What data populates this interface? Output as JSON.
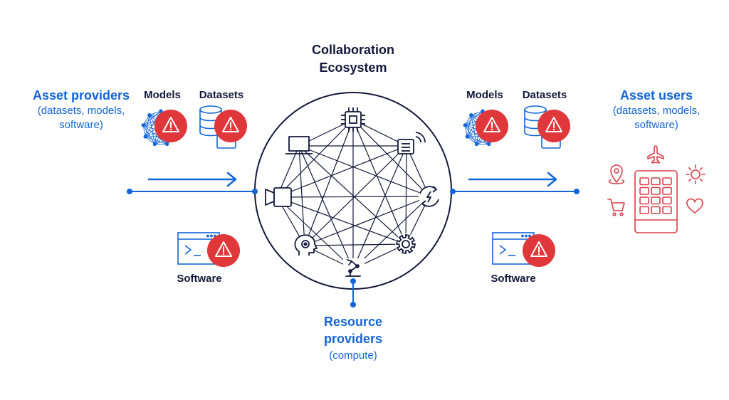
{
  "title": {
    "line1": "Collaboration",
    "line2": "Ecosystem"
  },
  "asset_providers": {
    "heading": "Asset providers",
    "sub1": "(datasets, models,",
    "sub2": "software)",
    "models_label": "Models",
    "datasets_label": "Datasets",
    "software_label": "Software"
  },
  "asset_users": {
    "heading": "Asset users",
    "sub1": "(datasets, models,",
    "sub2": "software)",
    "models_label": "Models",
    "datasets_label": "Datasets",
    "software_label": "Software"
  },
  "resource_providers": {
    "line1": "Resource",
    "line2": "providers",
    "sub": "(compute)"
  },
  "colors": {
    "navy": "#13183a",
    "blue": "#1265d8",
    "red": "#e0373b",
    "app_red": "#d9404a"
  },
  "icons": {
    "hub": [
      "chip-icon",
      "wireless-device-icon",
      "energy-icon",
      "gear-icon",
      "robot-arm-icon",
      "brain-gear-icon",
      "video-camera-icon",
      "laptop-icon"
    ],
    "warning": "warning-icon",
    "users": [
      "airplane-icon",
      "location-pin-icon",
      "sun-icon",
      "cart-icon",
      "heart-icon",
      "app-grid-icon"
    ]
  }
}
